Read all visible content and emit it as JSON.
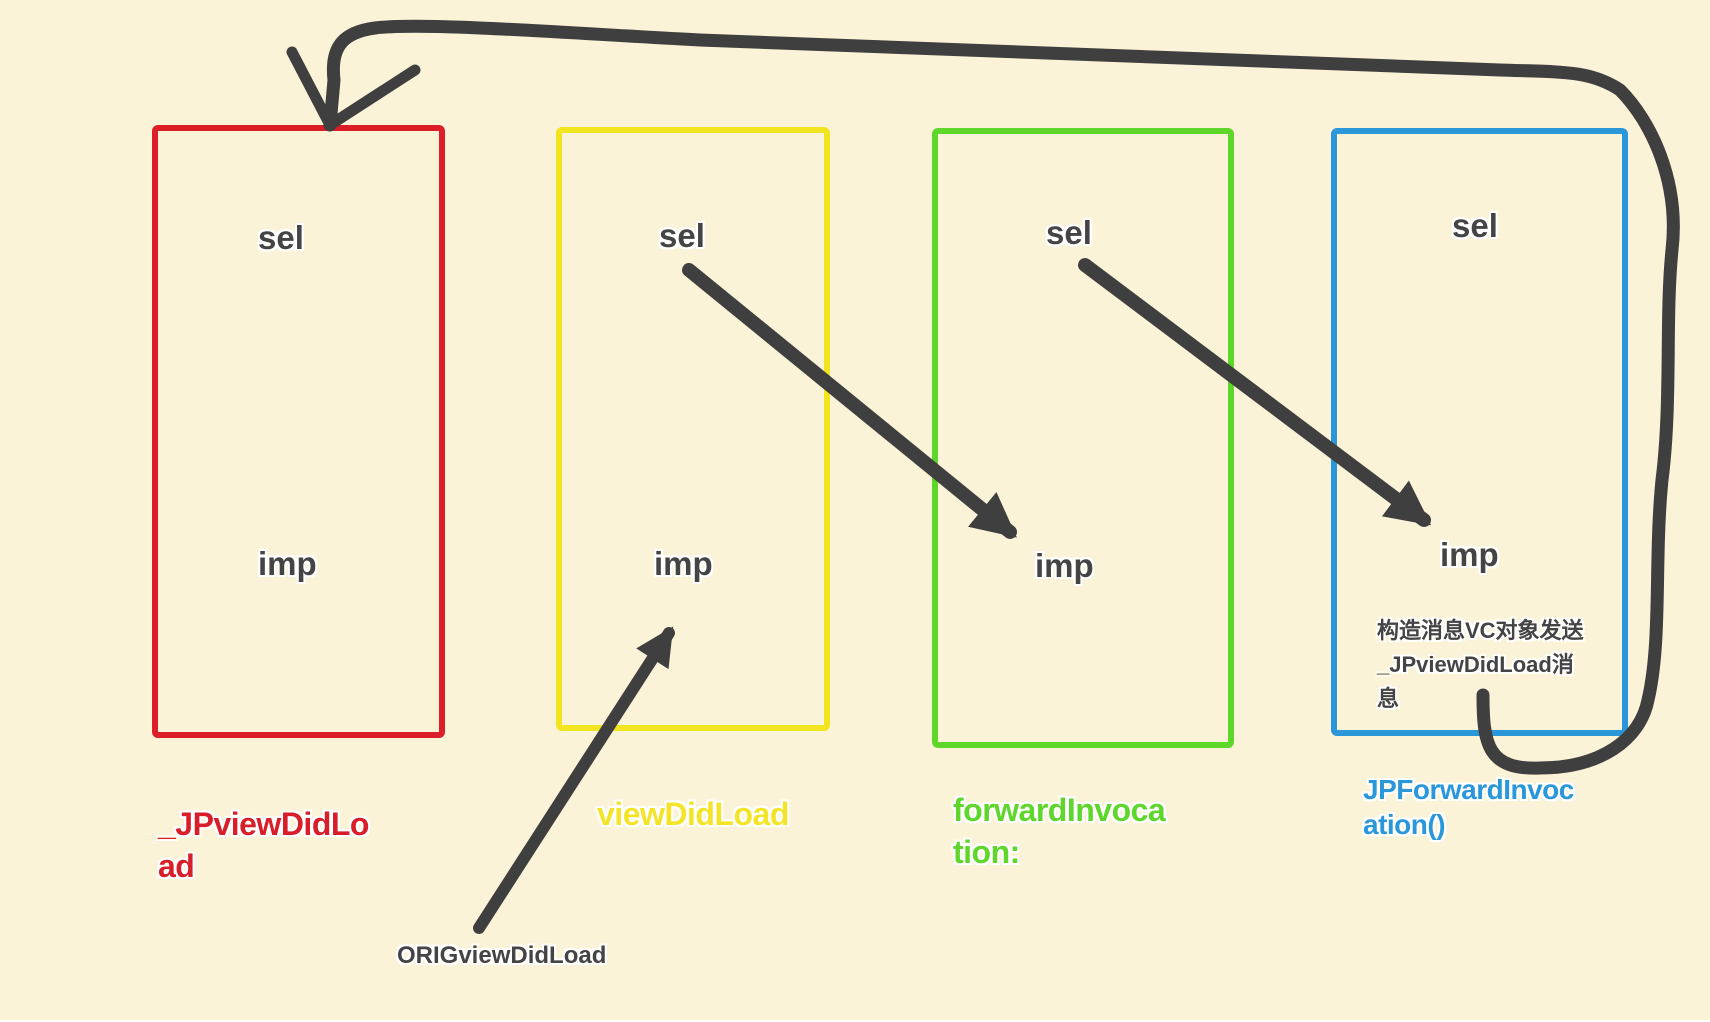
{
  "colors": {
    "background": "#fbf3d8",
    "red": "#dc1e28",
    "yellow": "#f2e41e",
    "green": "#5ed62a",
    "blue": "#2a97da",
    "ink": "#444444"
  },
  "columns": {
    "red": {
      "sel": "sel",
      "imp": "imp",
      "name": [
        "_JPviewDidLo",
        "ad"
      ]
    },
    "yellow": {
      "sel": "sel",
      "imp": "imp",
      "name": [
        "viewDidLoad"
      ]
    },
    "green": {
      "sel": "sel",
      "imp": "imp",
      "name": [
        "forwardInvoca",
        "tion:"
      ]
    },
    "blue": {
      "sel": "sel",
      "imp": "imp",
      "name": [
        "JPForwardInvoc",
        "ation()"
      ],
      "note": [
        "构造消息VC对象发送",
        "_JPviewDidLoad消",
        "息"
      ]
    }
  },
  "annotations": {
    "orig": "ORIGviewDidLoad"
  }
}
